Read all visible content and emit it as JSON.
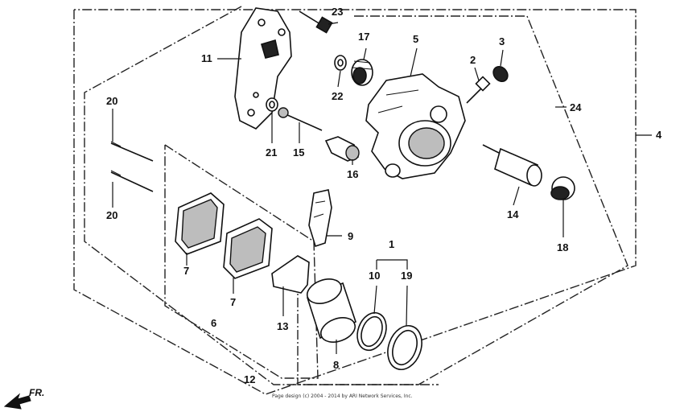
{
  "diagram": {
    "callouts": {
      "c1": "1",
      "c2": "2",
      "c3": "3",
      "c4": "4",
      "c5": "5",
      "c6": "6",
      "c7a": "7",
      "c7b": "7",
      "c8": "8",
      "c9": "9",
      "c10": "10",
      "c11": "11",
      "c12": "12",
      "c13": "13",
      "c14": "14",
      "c15": "15",
      "c16": "16",
      "c17": "17",
      "c18": "18",
      "c19": "19",
      "c20a": "20",
      "c20b": "20",
      "c21": "21",
      "c22": "22",
      "c23": "23",
      "c24": "24"
    },
    "direction_label": "FR.",
    "copyright": "Page design (c) 2004 - 2014 by ARI Network Services, Inc."
  }
}
